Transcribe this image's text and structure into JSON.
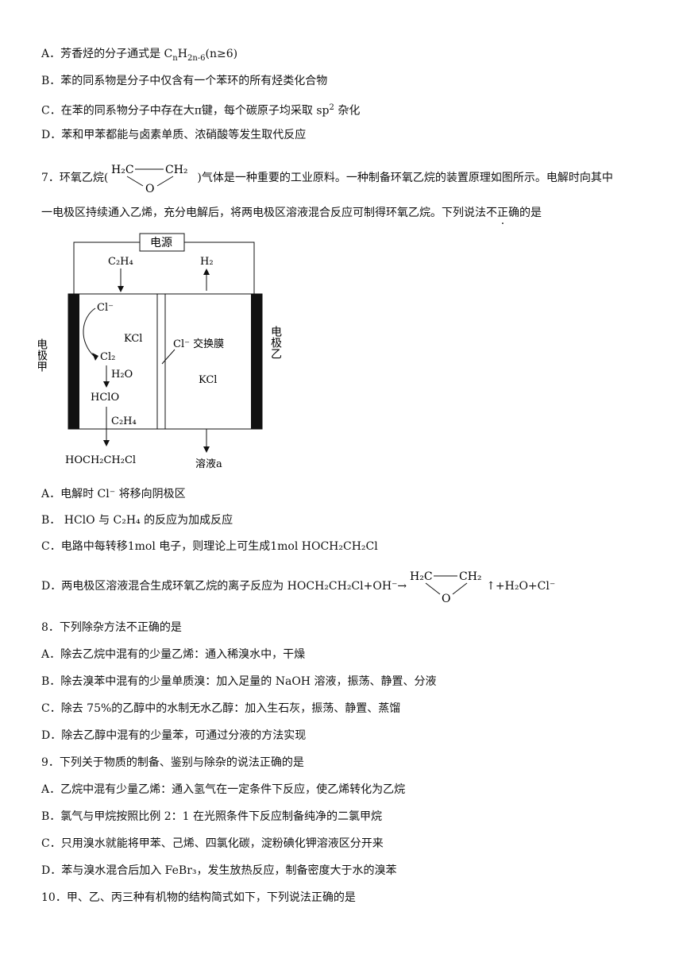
{
  "q6": {
    "A": "A．芳香烃的分子通式是 C",
    "A_n": "n",
    "A_H": "H",
    "A_2n6": "2n-6",
    "A_tail": "(n≥6)",
    "B": "B．苯的同系物是分子中仅含有一个苯环的所有烃类化合物",
    "C": "C．在苯的同系物分子中存在大π键，每个碳原子均采取 sp",
    "C_sup": "2",
    "C_tail": " 杂化",
    "D": "D．苯和甲苯都能与卤素单质、浓硝酸等发生取代反应"
  },
  "q7": {
    "stem_part1": "7．环氧乙烷(",
    "stem_part2": ")气体是一种重要的工业原料。一种制备环氧乙烷的装置原理如图所示。电解时向其中",
    "stem_line2_a": "一电极区持续通入乙烯，充分电解后，将两电极区溶液混合反应可制得环氧乙烷。下列说法",
    "stem_emph": "不正确",
    "stem_line2_b": "的是",
    "epoxide": {
      "left": "H₂C",
      "right": "CH₂",
      "o": "O"
    },
    "diagram": {
      "power": "电源",
      "c2h4_in": "C₂H₄",
      "h2_out": "H₂",
      "cl_minus": "Cl⁻",
      "kcl_left": "KCl",
      "cl2": "Cl₂",
      "h2o": "H₂O",
      "hclo": "HClO",
      "c2h4_2": "C₂H₄",
      "product": "HOCH₂CH₂Cl",
      "membrane": "Cl⁻ 交换膜",
      "kcl_right": "KCl",
      "electrode_jia": "电极甲",
      "electrode_yi": "电极乙",
      "solution_a": "溶液a"
    },
    "A": "A．电解时 Cl⁻ 将移向阴极区",
    "B": "B． HClO 与 C₂H₄ 的反应为加成反应",
    "C": "C．电路中每转移1mol 电子，则理论上可生成1mol HOCH₂CH₂Cl",
    "D_part1": "D．两电极区溶液混合生成环氧乙烷的离子反应为 HOCH₂CH₂Cl+OH⁻→",
    "D_part2": "↑+H₂O+Cl⁻"
  },
  "q8": {
    "stem": "8．下列除杂方法不正确的是",
    "A": "A．除去乙烷中混有的少量乙烯：通入稀溴水中，干燥",
    "B": "B．除去溴苯中混有的少量单质溴：加入足量的 NaOH 溶液，振荡、静置、分液",
    "C": "C．除去 75%的乙醇中的水制无水乙醇：加入生石灰，振荡、静置、蒸馏",
    "D": "D．除去乙醇中混有的少量苯，可通过分液的方法实现"
  },
  "q9": {
    "stem": "9．下列关于物质的制备、鉴别与除杂的说法正确的是",
    "A": "A．乙烷中混有少量乙烯：通入氢气在一定条件下反应，使乙烯转化为乙烷",
    "B": "B．氯气与甲烷按照比例 2：1 在光照条件下反应制备纯净的二氯甲烷",
    "C": "C．只用溴水就能将甲苯、己烯、四氯化碳，淀粉碘化钾溶液区分开来",
    "D": "D．苯与溴水混合后加入 FeBr₃，发生放热反应，制备密度大于水的溴苯"
  },
  "q10": {
    "stem": "10．甲、乙、丙三种有机物的结构简式如下，下列说法正确的是"
  }
}
